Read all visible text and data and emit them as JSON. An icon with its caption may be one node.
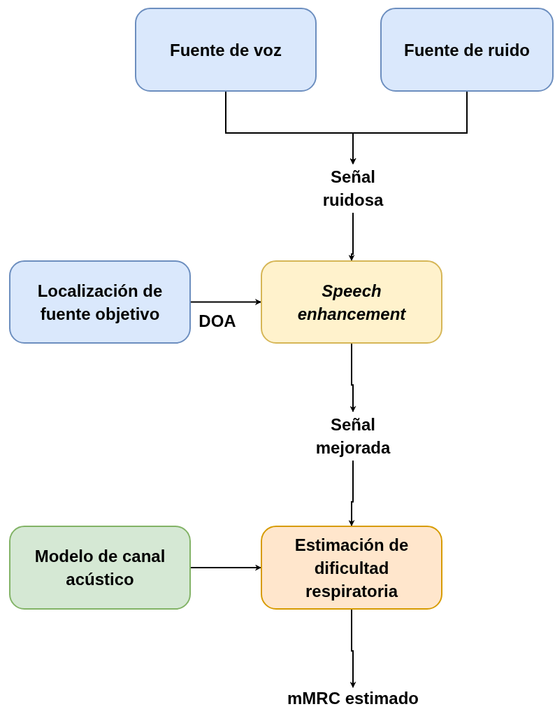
{
  "diagram": {
    "nodes": [
      {
        "text": [
          "Fuente de voz"
        ]
      },
      {
        "text": [
          "Fuente de ruido"
        ]
      },
      {
        "text": [
          "Señal ruidosa"
        ]
      },
      {
        "text": [
          "Localización de fuente objetivo"
        ]
      },
      {
        "text": [
          "Speech enhancement"
        ]
      },
      {
        "text": [
          "Señal mejorada"
        ]
      },
      {
        "text": [
          "Modelo de canal acústico"
        ]
      },
      {
        "text": [
          "Estimación de dificultad respiratoria"
        ]
      },
      {
        "text": [
          "mMRC estimado"
        ]
      }
    ],
    "edges": [
      {
        "from": 0,
        "to": 2,
        "arrow": "to"
      },
      {
        "from": 1,
        "to": 2,
        "arrow": "to"
      },
      {
        "from": 2,
        "to": 4,
        "arrow": "to"
      },
      {
        "from": 3,
        "to": 4,
        "arrow": "to",
        "label": "DOA"
      },
      {
        "from": 4,
        "to": 5,
        "arrow": "to"
      },
      {
        "from": 5,
        "to": 7,
        "arrow": "to"
      },
      {
        "from": 6,
        "to": 7,
        "arrow": "to"
      },
      {
        "from": 7,
        "to": 8,
        "arrow": "to"
      }
    ]
  }
}
